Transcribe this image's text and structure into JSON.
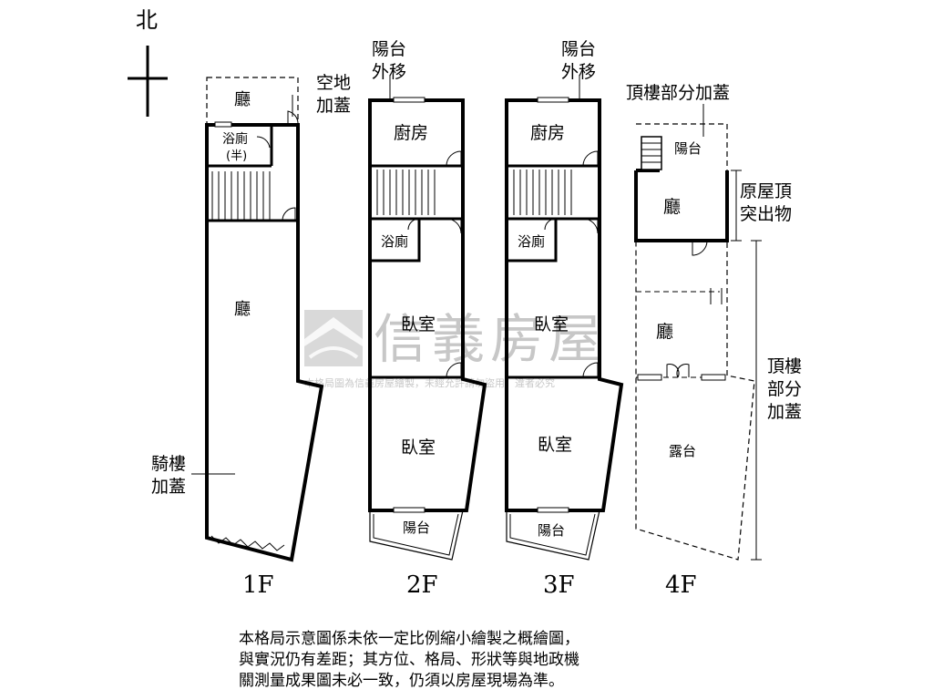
{
  "compass": {
    "north": "北"
  },
  "floors": {
    "f1": {
      "name": "1F",
      "rooms": {
        "front_hall": "廳",
        "bath": "浴廁",
        "bath_note": "(半)",
        "hall": "廳"
      },
      "callouts": {
        "empty_lot": [
          "空地",
          "加蓋"
        ],
        "arcade": [
          "騎樓",
          "加蓋"
        ]
      }
    },
    "f2": {
      "name": "2F",
      "rooms": {
        "kitchen": "廚房",
        "bath": "浴廁",
        "bedroom1": "臥室",
        "bedroom2": "臥室",
        "balcony": "陽台"
      },
      "callouts": {
        "balcony_moved": [
          "陽台",
          "外移"
        ]
      }
    },
    "f3": {
      "name": "3F",
      "rooms": {
        "kitchen": "廚房",
        "bath": "浴廁",
        "bedroom1": "臥室",
        "bedroom2": "臥室",
        "balcony": "陽台"
      },
      "callouts": {
        "balcony_moved": [
          "陽台",
          "外移"
        ]
      }
    },
    "f4": {
      "name": "4F",
      "rooms": {
        "balcony": "陽台",
        "hall": "廳",
        "hall2": "廳",
        "terrace": "露台"
      },
      "callouts": {
        "rooftop_partial": "頂樓部分加蓋",
        "roof_protrusion": [
          "原屋頂",
          "突出物"
        ],
        "rooftop_partial_side": [
          "頂樓",
          "部分",
          "加蓋"
        ]
      }
    }
  },
  "watermark": {
    "brand": "信義房屋",
    "copyright": "本格局圖為信義房屋繪製，未經允許請勿盜用，違者必究"
  },
  "disclaimer": [
    "本格局示意圖係未依一定比例縮小繪製之概繪圖，",
    "與實況仍有差距；其方位、格局、形狀等與地政機",
    "關測量成果圖未必一致，仍須以房屋現場為準。"
  ]
}
